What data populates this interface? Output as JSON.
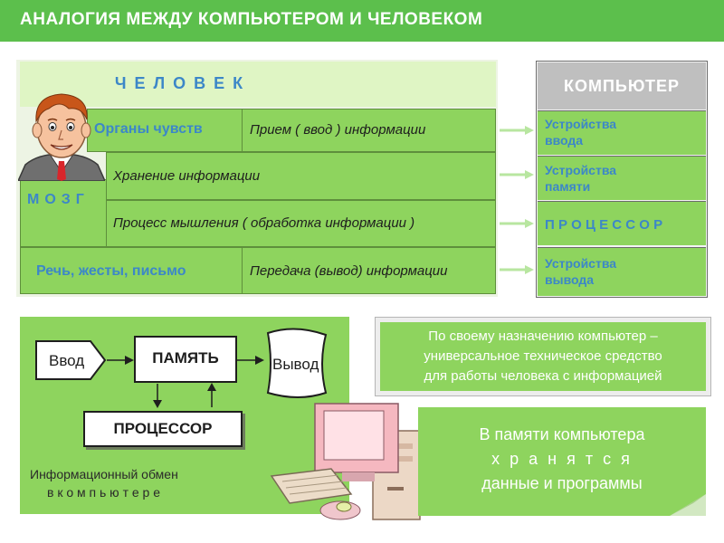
{
  "title": "АНАЛОГИЯ МЕЖДУ КОМПЬЮТЕРОМ И ЧЕЛОВЕКОМ",
  "human": {
    "header": "ЧЕЛОВЕК",
    "brain_label": "МОЗГ",
    "rows": [
      {
        "left": "Органы  чувств",
        "right": "Прием  ( ввод )  информации"
      },
      {
        "right": "Хранение  информации"
      },
      {
        "right": "Процесс  мышления  ( обработка  информации )"
      },
      {
        "left": "Речь, жесты, письмо",
        "right": "Передача (вывод) информации"
      }
    ]
  },
  "computer": {
    "header": "КОМПЬЮТЕР",
    "items": [
      {
        "line1": "Устройства",
        "line2": "ввода"
      },
      {
        "line1": "Устройства",
        "line2": "памяти"
      },
      {
        "line1": "П Р О Ц Е С С О Р",
        "line2": ""
      },
      {
        "line1": "Устройства",
        "line2": "вывода"
      }
    ]
  },
  "scheme": {
    "input": "Ввод",
    "memory": "ПАМЯТЬ",
    "output": "Вывод",
    "processor": "ПРОЦЕССОР",
    "caption_line1": "Информационный  обмен",
    "caption_line2": "в    к о м п ь ю т е р е"
  },
  "info": {
    "line1": "По  своему  назначению  компьютер –",
    "line2": "универсальное  техническое  средство",
    "line3": "для  работы  человека  с  информацией"
  },
  "memory_note": {
    "line1": "В  памяти  компьютера",
    "line2": "х р а н я т с я",
    "line3": "данные   и   программы"
  },
  "colors": {
    "header_green": "#5cbf4c",
    "cell_green": "#8ed45e",
    "label_blue": "#3c87c8",
    "computer_header_gray": "#bfbfbf"
  }
}
